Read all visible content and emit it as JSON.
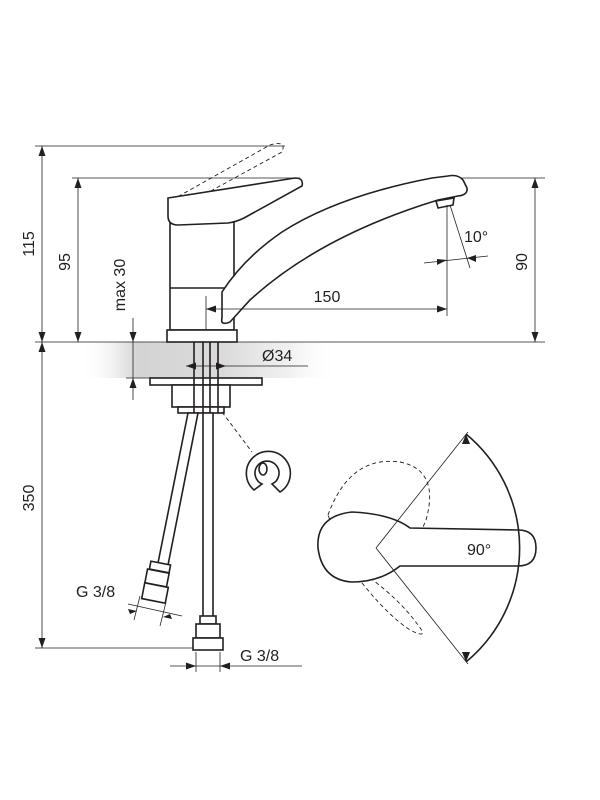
{
  "dimensions": {
    "height_total": "115",
    "height_body": "95",
    "max_thickness": "max 30",
    "spout_height": "90",
    "spout_reach": "150",
    "spout_angle": "10°",
    "hole_diameter": "Ø34",
    "hose_length": "350",
    "thread_left": "G 3/8",
    "thread_right": "G 3/8",
    "lever_rotation": "90°"
  },
  "colors": {
    "line": "#231f20",
    "countertop": "#c8c8c8"
  }
}
